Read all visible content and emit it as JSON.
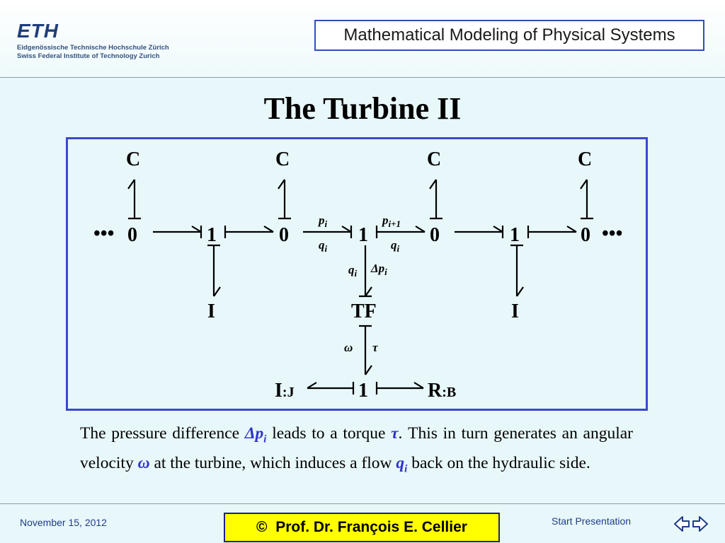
{
  "header": {
    "logo_mark": "ETH",
    "logo_line1": "Eidgenössische Technische Hochschule Zürich",
    "logo_line2": "Swiss Federal Institute of Technology Zurich",
    "course_title": "Mathematical Modeling of Physical Systems"
  },
  "slide": {
    "title": "The Turbine II"
  },
  "diagram": {
    "ellipsis": "•••",
    "top_labels": [
      "C",
      "C",
      "C",
      "C"
    ],
    "junctions": [
      "0",
      "1",
      "0",
      "1",
      "0",
      "1",
      "0"
    ],
    "lower_labels": [
      "I",
      "TF",
      "I"
    ],
    "bottom_junction": "1",
    "inertia_label": "I",
    "inertia_param": ":J",
    "resistor_label": "R",
    "resistor_param": ":B",
    "flow_var": {
      "name": "p",
      "sub": "i"
    },
    "effort_var": {
      "name": "q",
      "sub": "i"
    },
    "next_flow_var": {
      "name": "p",
      "sub": "i+1"
    },
    "next_effort_var": {
      "name": "q",
      "sub": "i"
    },
    "vert_left_var": {
      "name": "q",
      "sub": "i"
    },
    "vert_right_var": {
      "delta": "Δ",
      "name": "p",
      "sub": "i"
    },
    "omega": "ω",
    "tau": "τ"
  },
  "text": {
    "part1": "The pressure difference ",
    "delta": "Δ",
    "dp_name": "p",
    "dp_sub": "i",
    "part2": " leads to a torque ",
    "tau": "τ",
    "part3": ".  This in turn generates an angular velocity ",
    "omega": "ω",
    "part4": " at the turbine, which induces a flow ",
    "q_name": "q",
    "q_sub": "i",
    "part5": " back on the hydraulic side."
  },
  "footer": {
    "date": "November 15, 2012",
    "copyright": "©",
    "author": "Prof. Dr. François E. Cellier",
    "start_label": "Start Presentation"
  },
  "colors": {
    "background": "#e8f7f9",
    "frame_blue": "#3b48d0",
    "symbol_blue": "#2f34c8",
    "author_box": "#ffff00",
    "footer_text": "#1f3c8a"
  },
  "icons": {
    "navigation": "left-right-arrows-icon"
  }
}
